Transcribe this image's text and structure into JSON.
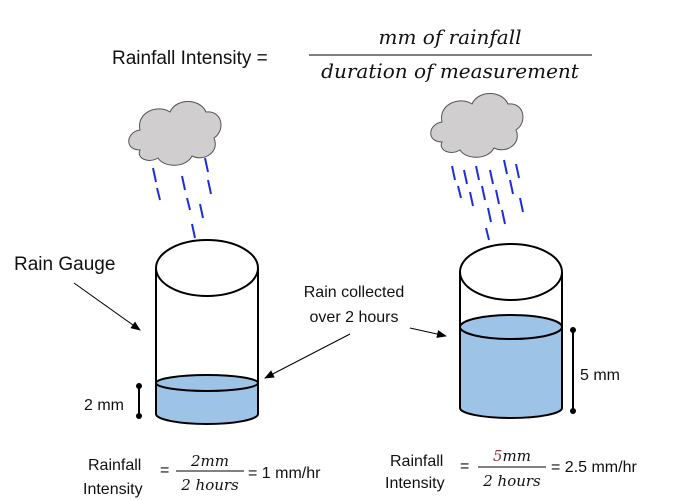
{
  "formula": {
    "lhs": "Rainfall Intensity =",
    "numerator": "mm of rainfall",
    "denominator": "duration of measurement"
  },
  "labels": {
    "rain_gauge": "Rain Gauge",
    "rain_collected_line1": "Rain collected",
    "rain_collected_line2": "over 2 hours"
  },
  "gauge_left": {
    "depth_label": "2 mm",
    "fill_fraction": 0.2,
    "calc": {
      "label_line1": "Rainfall",
      "label_line2": "Intensity",
      "equals": "=",
      "numerator": "2mm",
      "denominator": "2 hours",
      "result": "= 1 mm/hr"
    }
  },
  "gauge_right": {
    "depth_label": "5 mm",
    "fill_fraction": 0.5,
    "calc": {
      "label_line1": "Rainfall",
      "label_line2": "Intensity",
      "equals": "=",
      "numerator": "5mm",
      "denominator": "2 hours",
      "result": "= 2.5 mm/hr"
    }
  },
  "colors": {
    "water": "#9dc3e6",
    "rain": "#1f2fd6",
    "cloud": "#d0cece",
    "outline": "#000000",
    "numerator_highlight": "#843c3c"
  }
}
